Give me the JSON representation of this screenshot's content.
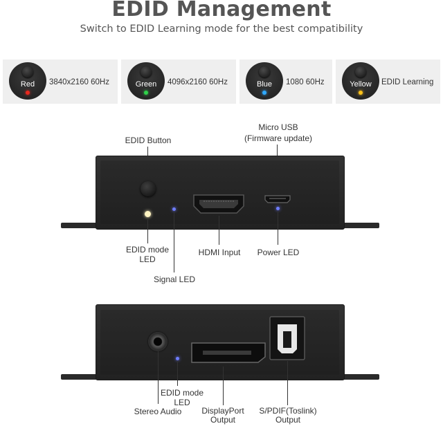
{
  "header": {
    "title": "EDID Management",
    "subtitle": "Switch to EDID Learning mode for the best compatibility"
  },
  "modes": [
    {
      "color": "Red",
      "resolution": "3840x2160 60Hz",
      "led": "#e8281e"
    },
    {
      "color": "Green",
      "resolution": "4096x2160 60Hz",
      "led": "#2fd14a"
    },
    {
      "color": "Blue",
      "resolution": "1080 60Hz",
      "led": "#2fa8ff"
    },
    {
      "color": "Yellow",
      "resolution": "EDID Learning",
      "led": "#ffc21a"
    }
  ],
  "front_panel": {
    "edid_button": "EDID Button",
    "micro_usb": "Micro USB",
    "micro_usb_note": "(Firmware update)",
    "edid_mode_led_1": "EDID mode",
    "edid_mode_led_2": "LED",
    "signal_led": "Signal LED",
    "hdmi_input": "HDMI Input",
    "power_led": "Power LED"
  },
  "rear_panel": {
    "stereo_audio": "Stereo Audio",
    "edid_mode_led_1": "EDID mode",
    "edid_mode_led_2": "LED",
    "displayport_1": "DisplayPort",
    "displayport_2": "Output",
    "spdif_1": "S/PDIF(Toslink)",
    "spdif_2": "Output"
  },
  "colors": {
    "led_warm_white": "#fff3c2",
    "led_blue": "#6f7dff"
  }
}
